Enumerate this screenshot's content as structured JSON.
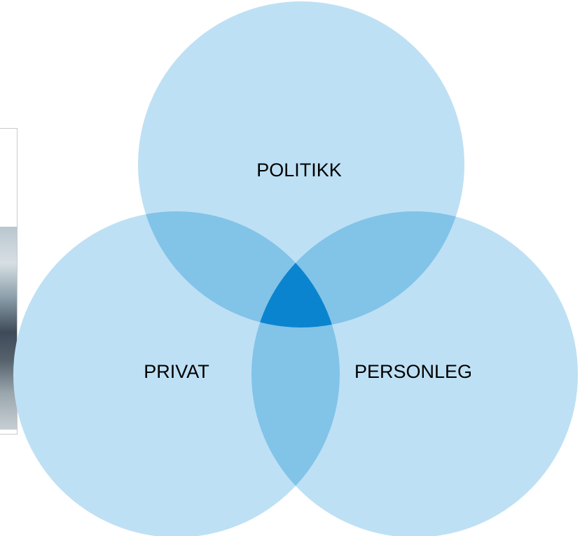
{
  "diagram": {
    "type": "venn",
    "circles": [
      {
        "label": "POLITIKK"
      },
      {
        "label": "PRIVAT"
      },
      {
        "label": "PERSONLEG"
      }
    ],
    "colors": {
      "circle": "#bee0f4",
      "pair_overlap": "#82c3e8",
      "center_overlap": "#0a84cf",
      "label": "#000000"
    }
  }
}
